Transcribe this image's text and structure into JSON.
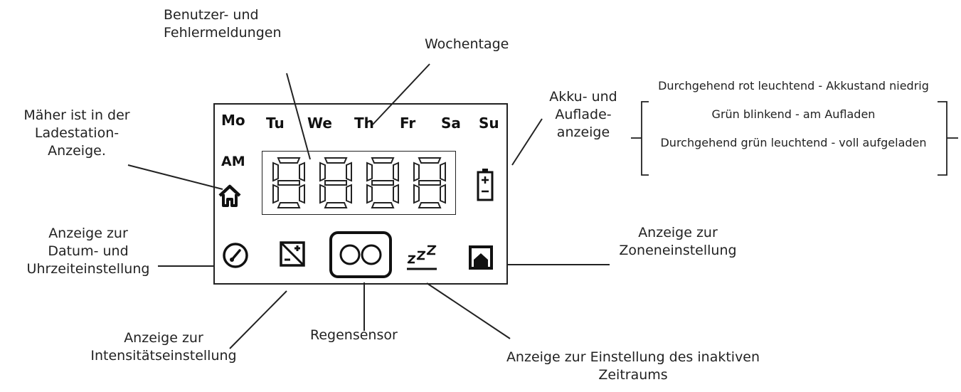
{
  "days": [
    "Mo",
    "Tu",
    "We",
    "Th",
    "Fr",
    "Sa",
    "Su"
  ],
  "am_label": "AM",
  "labels": {
    "messages": [
      "Benutzer- und",
      "Fehlermeldungen"
    ],
    "weekdays": "Wochentage",
    "battery": [
      "Akku- und",
      "Auflade-",
      "anzeige"
    ],
    "docked": [
      "Mäher ist in der",
      "Ladestation-",
      "Anzeige."
    ],
    "date_time": [
      "Anzeige zur",
      "Datum- und",
      "Uhrzeiteinstellung"
    ],
    "intensity": [
      "Anzeige zur",
      "Intensitätseinstellung"
    ],
    "rain": "Regensensor",
    "inactive": [
      "Anzeige zur Einstellung des inaktiven",
      "Zeitraums"
    ],
    "zone": [
      "Anzeige zur",
      "Zoneneinstellung"
    ]
  },
  "battery_states": [
    "Durchgehend rot leuchtend - Akkustand niedrig",
    "Grün blinkend - am Aufladen",
    "Durchgehend grün leuchtend - voll aufgeladen"
  ],
  "icons": {
    "home": "house-icon",
    "battery": "battery-icon",
    "clock": "clock-dial-icon",
    "intensity": "intensity-square-icon",
    "rain": "rain-sensor-icon",
    "sleep": "sleep-zzz-icon",
    "zone": "zone-icon"
  }
}
